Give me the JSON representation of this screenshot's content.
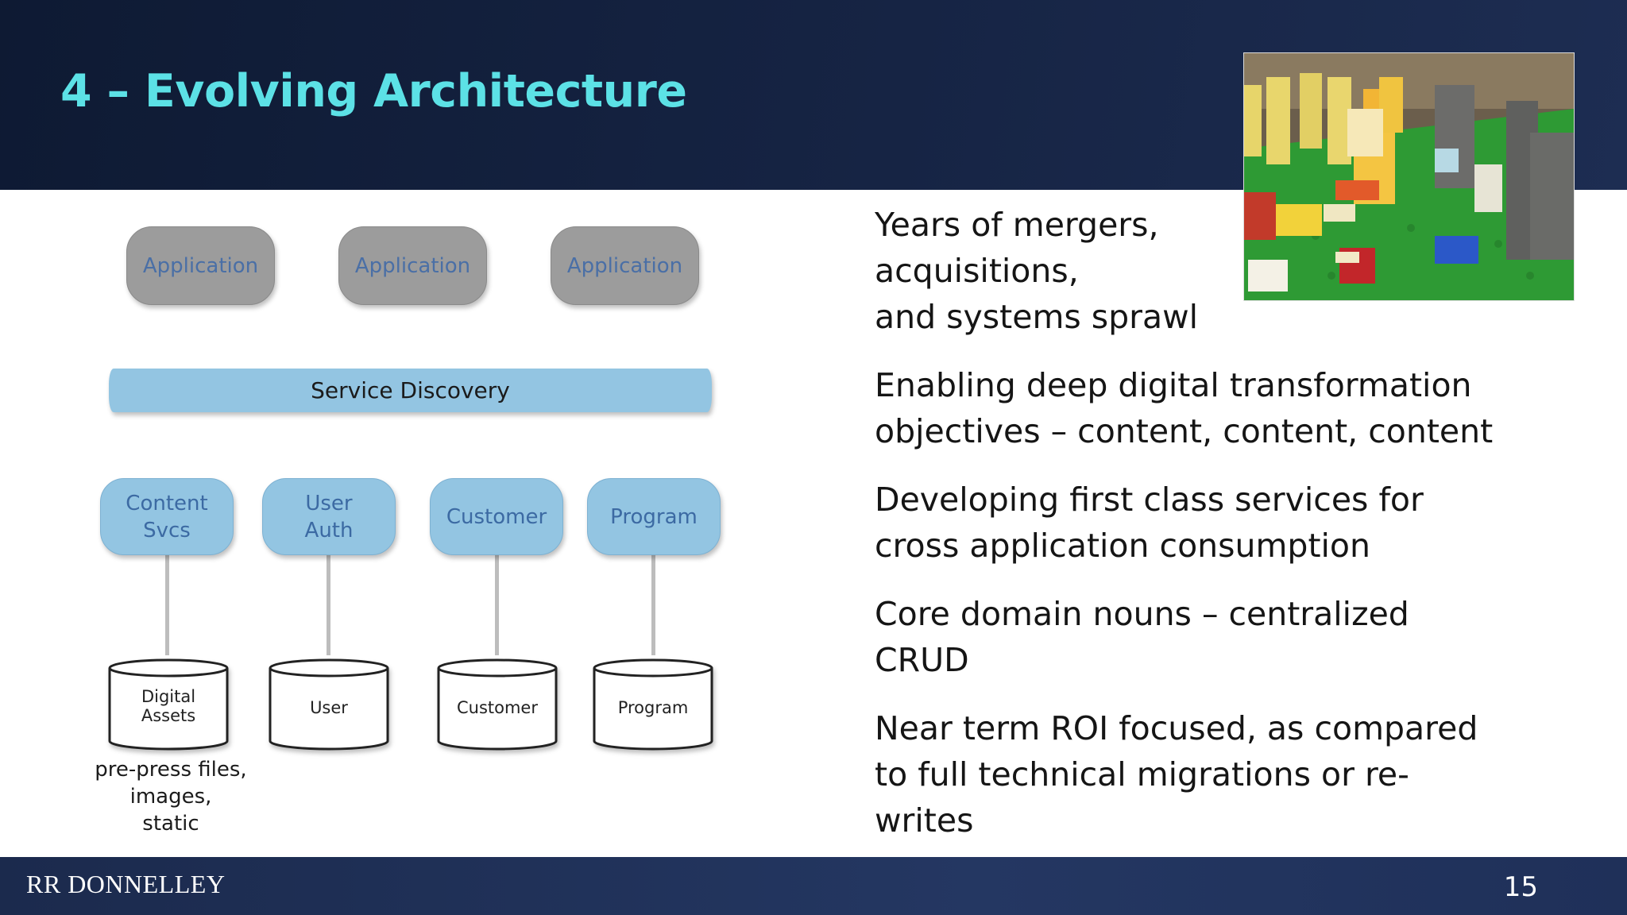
{
  "title": "4 – Evolving Architecture",
  "diagram": {
    "applications": [
      "Application",
      "Application",
      "Application"
    ],
    "service_bus": "Service Discovery",
    "services": [
      {
        "label": "Content\nSvcs",
        "db": "Digital\nAssets"
      },
      {
        "label": "User\nAuth",
        "db": "User"
      },
      {
        "label": "Customer",
        "db": "Customer"
      },
      {
        "label": "Program",
        "db": "Program"
      }
    ],
    "db_note": "pre-press files,\nimages,\nstatic"
  },
  "bullets": [
    "Years of mergers,\nacquisitions,\nand systems sprawl",
    "Enabling deep digital transformation objectives – content, content, content",
    "Developing first class services for cross application consumption",
    "Core domain nouns – centralized CRUD",
    "Near term ROI focused, as compared to full technical migrations or re-writes"
  ],
  "footer": {
    "logo": "RR DONNELLEY",
    "page_number": "15"
  },
  "colors": {
    "header_bg": "#162444",
    "title": "#5ce1e6",
    "app_pill": "#9c9c9c",
    "service_pill": "#93c5e2"
  }
}
